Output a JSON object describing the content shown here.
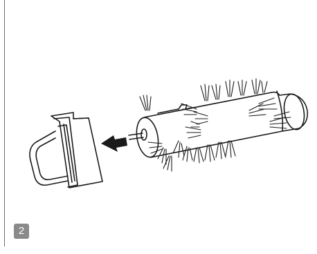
{
  "step": {
    "number": "2"
  },
  "colors": {
    "line": "#1a1a1a",
    "badge_bg": "#8a8a8a",
    "badge_text": "#ffffff",
    "rule": "#6a6a6a"
  },
  "illustration": {
    "subject": "brush-roll-removal",
    "arrow_direction": "left"
  }
}
